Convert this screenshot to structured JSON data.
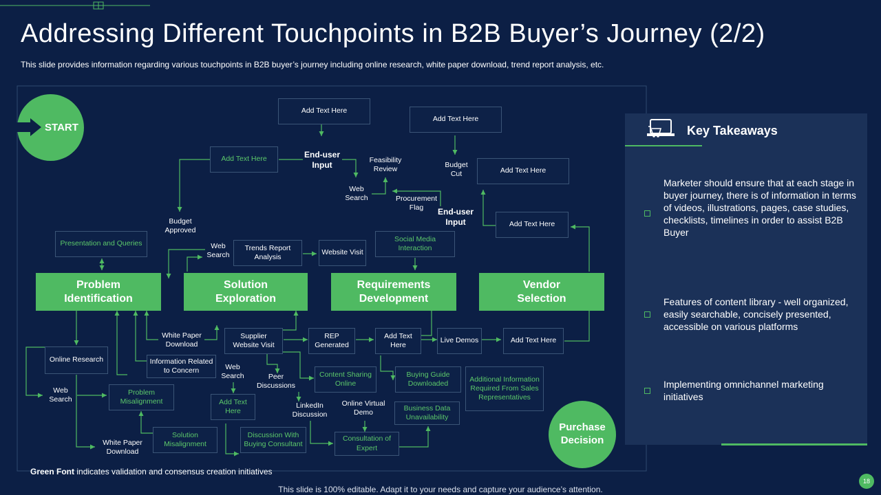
{
  "title": "Addressing Different Touchpoints in B2B Buyer’s Journey (2/2)",
  "subtitle": "This slide provides information regarding various touchpoints in B2B buyer’s journey including online research, white paper download, trend report analysis, etc.",
  "start_label": "START",
  "purchase_label": "Purchase\nDecision",
  "stages": {
    "problem": "Problem\nIdentification",
    "solution": "Solution\nExploration",
    "requirements": "Requirements\nDevelopment",
    "vendor": "Vendor\nSelection"
  },
  "nodes": {
    "add_text_top": "Add Text Here",
    "add_text_green": "Add Text Here",
    "enduser_input_1": "End-user\nInput",
    "feasibility_review": "Feasibility\nReview",
    "web_search_top": "Web\nSearch",
    "add_text_top2": "Add Text Here",
    "budget_cut": "Budget\nCut",
    "add_text_right1": "Add Text Here",
    "procurement_flag": "Procurement\nFlag",
    "enduser_input_2": "End-user\nInput",
    "add_text_right2": "Add Text Here",
    "budget_approved": "Budget\nApproved",
    "presentation_queries": "Presentation\nand Queries",
    "web_search_mid": "Web\nSearch",
    "trends_report": "Trends Report\nAnalysis",
    "website_visit": "Website\nVisit",
    "social_media": "Social Media\nInteraction",
    "white_paper_1": "White Paper\nDownload",
    "supplier_website": "Supplier\nWebsite Visit",
    "rep_generated": "REP\nGenerated",
    "add_text_mid": "Add\nText Here",
    "live_demos": "Live\nDemos",
    "add_text_mid2": "Add\nText Here",
    "online_research": "Online\nResearch",
    "info_related": "Information Related\nto Concern",
    "web_search_low": "Web\nSearch",
    "peer_discussions": "Peer\nDiscussions",
    "content_sharing": "Content\nSharing Online",
    "buying_guide": "Buying Guide\nDownloaded",
    "additional_info": "Additional\nInformation Required\nFrom Sales\nRepresentatives",
    "web_search_left": "Web\nSearch",
    "problem_misalignment": "Problem\nMisalignment",
    "add_text_low": "Add\nText Here",
    "linkedin": "LinkedIn\nDiscussion",
    "online_virtual_demo": "Online Virtual\nDemo",
    "business_data": "Business Data\nUnavailability",
    "white_paper_2": "White Paper\nDownload",
    "solution_misalignment": "Solution\nMisalignment",
    "discussion_consultant": "Discussion With\nBuying Consultant",
    "consultation_expert": "Consultation\nof Expert"
  },
  "legend": {
    "bold": "Green Font",
    "rest": " indicates validation and consensus creation initiatives"
  },
  "key_takeaways": {
    "title": "Key Takeaways",
    "items": [
      "Marketer should ensure that at each stage in buyer journey, there is of information in terms of videos, illustrations, pages, case studies, checklists, timelines in order to assist B2B Buyer",
      "Features of content library - well organized, easily searchable, concisely presented, accessible on various platforms",
      "Implementing omnichannel marketing initiatives"
    ]
  },
  "footer": "This slide is 100% editable. Adapt it to your needs and capture your audience’s attention.",
  "page_number": "18",
  "colors": {
    "background": "#0c1f45",
    "accent_green": "#4fba62",
    "panel": "#1b3158"
  }
}
